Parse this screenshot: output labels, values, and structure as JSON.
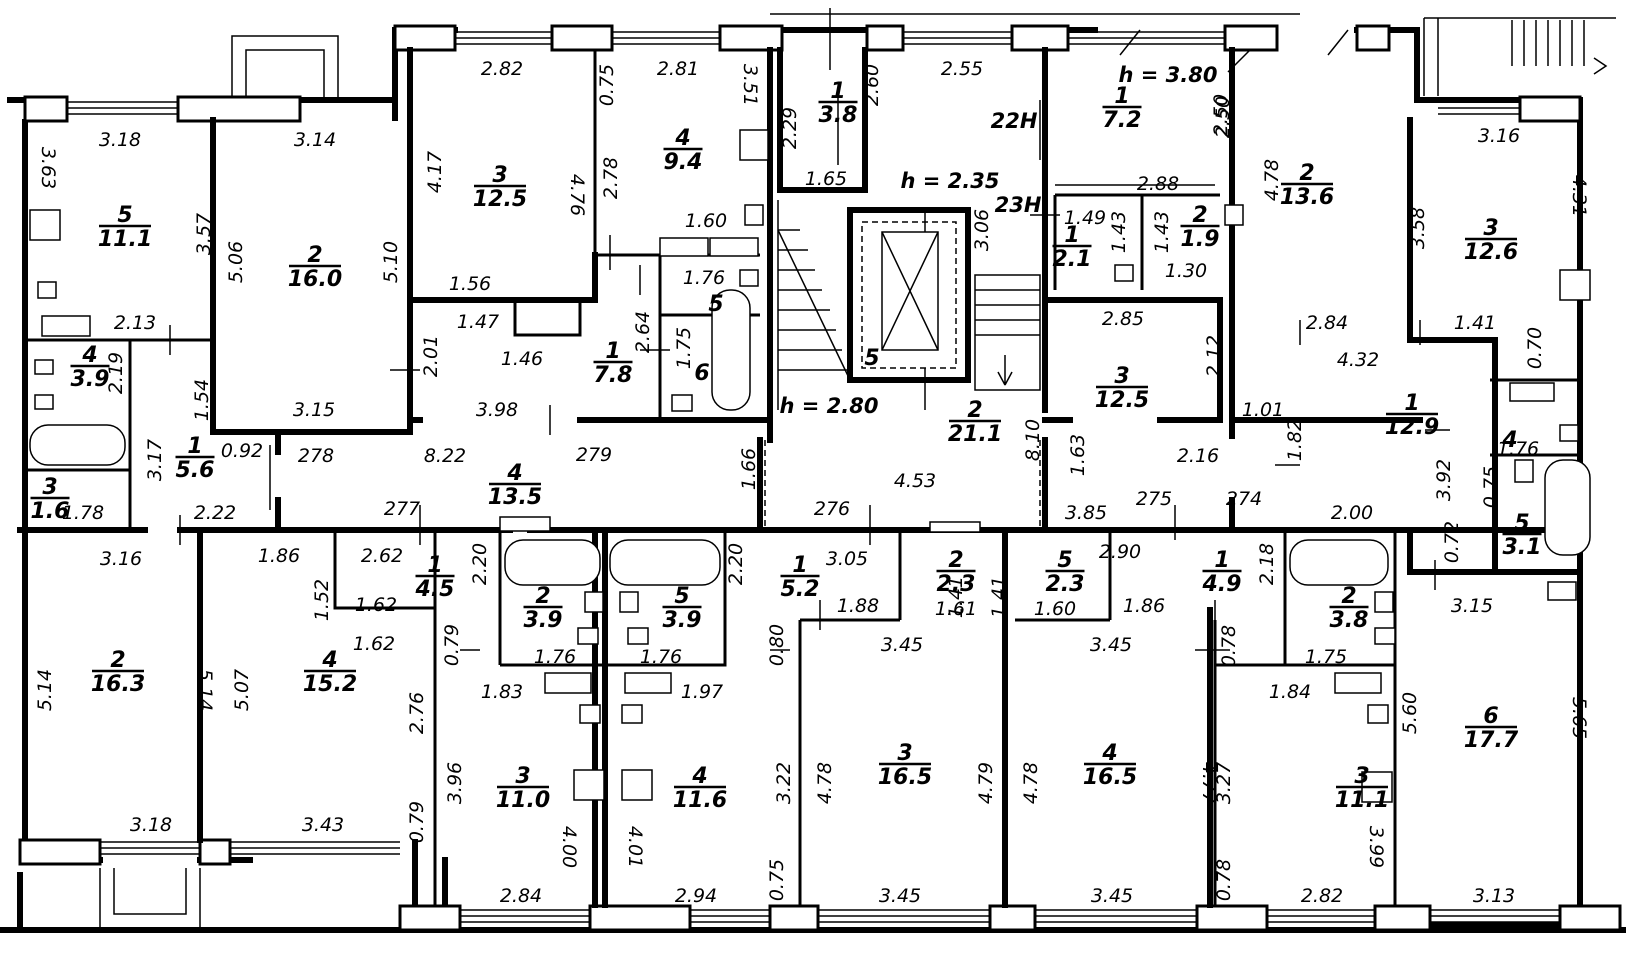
{
  "labels": {
    "heights": {
      "h1": "h = 3.80",
      "h2": "h = 2.35",
      "h3": "h = 2.80"
    },
    "tags": {
      "t22": "22Н",
      "t23": "23Н",
      "shaft": "5"
    }
  },
  "rooms": [
    {
      "num": "5",
      "area": "11.1"
    },
    {
      "num": "2",
      "area": "16.0"
    },
    {
      "num": "3",
      "area": "12.5"
    },
    {
      "num": "4",
      "area": "9.4"
    },
    {
      "num": "1",
      "area": "3.8"
    },
    {
      "num": "1",
      "area": "7.2"
    },
    {
      "num": "2",
      "area": "13.6"
    },
    {
      "num": "3",
      "area": "12.6"
    },
    {
      "num": "2",
      "area": "1.9"
    },
    {
      "num": "1",
      "area": "2.1"
    },
    {
      "num": "4",
      "area": "3.9"
    },
    {
      "num": "1",
      "area": "7.8"
    },
    {
      "num": "3",
      "area": "12.5"
    },
    {
      "num": "1",
      "area": "12.9"
    },
    {
      "num": "1",
      "area": "5.6"
    },
    {
      "num": "4",
      "area": "13.5"
    },
    {
      "num": "2",
      "area": "21.1"
    },
    {
      "num": "3",
      "area": "1.6"
    },
    {
      "num": "5",
      "area": "3.1"
    },
    {
      "num": "1",
      "area": "4.5"
    },
    {
      "num": "2",
      "area": "3.9"
    },
    {
      "num": "5",
      "area": "3.9"
    },
    {
      "num": "1",
      "area": "5.2"
    },
    {
      "num": "2",
      "area": "2.3"
    },
    {
      "num": "5",
      "area": "2.3"
    },
    {
      "num": "1",
      "area": "4.9"
    },
    {
      "num": "2",
      "area": "3.8"
    },
    {
      "num": "2",
      "area": "16.3"
    },
    {
      "num": "4",
      "area": "15.2"
    },
    {
      "num": "3",
      "area": "11.0"
    },
    {
      "num": "4",
      "area": "11.6"
    },
    {
      "num": "3",
      "area": "16.5"
    },
    {
      "num": "4",
      "area": "16.5"
    },
    {
      "num": "3",
      "area": "11.1"
    },
    {
      "num": "6",
      "area": "17.7"
    }
  ],
  "singles": [
    "5",
    "6",
    "4"
  ],
  "dims": [
    "2.82",
    "0.75",
    "2.81",
    "3.51",
    "2.60",
    "2.55",
    "2.29",
    "1.65",
    "3.18",
    "3.14",
    "3.16",
    "3.63",
    "4.31",
    "4.17",
    "4.76",
    "2.78",
    "3.57",
    "5.06",
    "5.10",
    "1.60",
    "2.88",
    "1.49",
    "1.43",
    "1.43",
    "1.30",
    "4.78",
    "3.58",
    "1.76",
    "3.06",
    "2.50",
    "1.56",
    "1.47",
    "1.46",
    "2.01",
    "2.64",
    "1.75",
    "2.13",
    "2.19",
    "1.54",
    "2.85",
    "2.12",
    "2.84",
    "1.41",
    "4.32",
    "0.70",
    "3.15",
    "3.98",
    "1.01",
    "1.82",
    "1.63",
    "8.10",
    "3.17",
    "0.92",
    "278",
    "8.22",
    "279",
    "1.66",
    "4.53",
    "2.16",
    "3.92",
    "1.76",
    "0.75",
    "1.78",
    "2.22",
    "277",
    "276",
    "3.85",
    "275",
    "274",
    "2.00",
    "0.72",
    "3.16",
    "1.86",
    "2.62",
    "1.52",
    "2.20",
    "2.20",
    "3.05",
    "1.41",
    "1.41",
    "2.90",
    "2.18",
    "1.62",
    "1.62",
    "1.88",
    "1.61",
    "1.60",
    "1.86",
    "3.15",
    "1.76",
    "1.76",
    "3.45",
    "3.45",
    "0.79",
    "0.80",
    "0.78",
    "1.75",
    "1.83",
    "1.97",
    "1.84",
    "5.14",
    "5.14",
    "5.07",
    "2.76",
    "5.60",
    "5.65",
    "3.96",
    "3.22",
    "4.78",
    "4.79",
    "4.78",
    "4.77",
    "3.27",
    "0.79",
    "4.00",
    "4.01",
    "3.99",
    "3.18",
    "3.43",
    "0.75",
    "0.78",
    "2.84",
    "2.94",
    "3.45",
    "3.45",
    "2.82",
    "3.13",
    "2.50"
  ]
}
